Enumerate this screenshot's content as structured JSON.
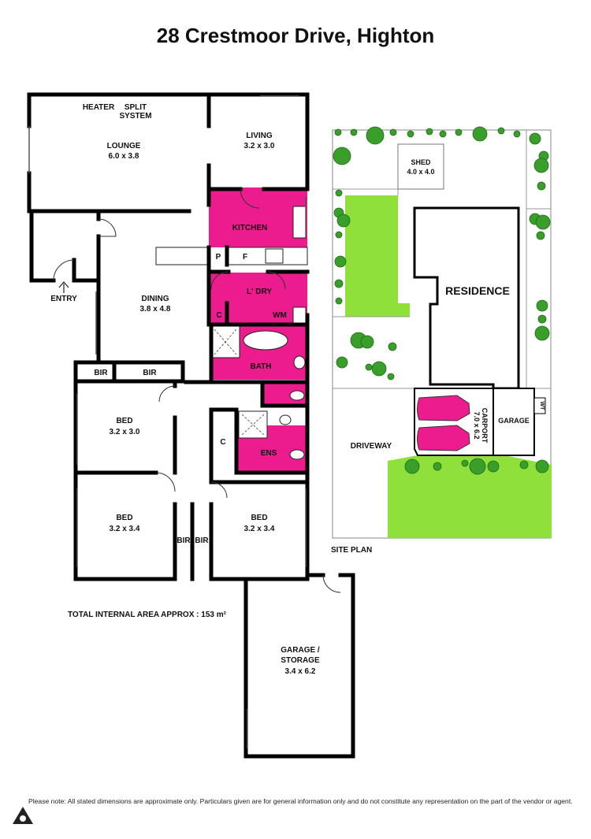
{
  "title": "28 Crestmoor Drive, Highton",
  "rooms": {
    "lounge": {
      "name": "LOUNGE",
      "dims": "6.0 x 3.8"
    },
    "living": {
      "name": "LIVING",
      "dims": "3.2 x 3.0"
    },
    "kitchen": {
      "name": "KITCHEN"
    },
    "pantry": {
      "name": "P"
    },
    "fridge": {
      "name": "F"
    },
    "laundry": {
      "name": "L' DRY"
    },
    "laundry_cupboard": {
      "name": "C"
    },
    "washing_machine": {
      "name": "WM"
    },
    "bath": {
      "name": "BATH"
    },
    "ensuite": {
      "name": "ENS"
    },
    "ens_cupboard": {
      "name": "C"
    },
    "dining": {
      "name": "DINING",
      "dims": "3.8 x 4.8"
    },
    "entry": {
      "name": "ENTRY"
    },
    "bed1": {
      "name": "BED",
      "dims": "3.2 x 3.0"
    },
    "bed2": {
      "name": "BED",
      "dims": "3.2 x 3.4"
    },
    "bed3": {
      "name": "BED",
      "dims": "3.2 x 3.4"
    },
    "bir_a": {
      "name": "BIR"
    },
    "bir_b": {
      "name": "BIR"
    },
    "bir_c": {
      "name": "BIR"
    },
    "bir_d": {
      "name": "BIR"
    },
    "garage_storage": {
      "name1": "GARAGE /",
      "name2": "STORAGE",
      "dims": "3.4 x 6.2"
    }
  },
  "fixtures": {
    "heater": "HEATER",
    "split1": "SPLIT",
    "split2": "SYSTEM"
  },
  "site_plan": {
    "label": "SITE PLAN",
    "shed": {
      "name": "SHED",
      "dims": "4.0 x 4.0"
    },
    "residence": "RESIDENCE",
    "driveway": "DRIVEWAY",
    "carport": {
      "name": "CARPORT",
      "dims": "7.0 x 6.2"
    },
    "garage": "GARAGE",
    "wt": "WT"
  },
  "total_area": "TOTAL INTERNAL AREA APPROX : 153 m²",
  "disclaimer": "Please note: All stated dimensions are approximate only. Particulars given are for general information only and do not constitute any representation on the part of the vendor or agent.",
  "colors": {
    "wet_area": "#ec1c8e",
    "lawn": "#8fe03a",
    "tree": "#3a9e2a",
    "wall": "#000000"
  }
}
